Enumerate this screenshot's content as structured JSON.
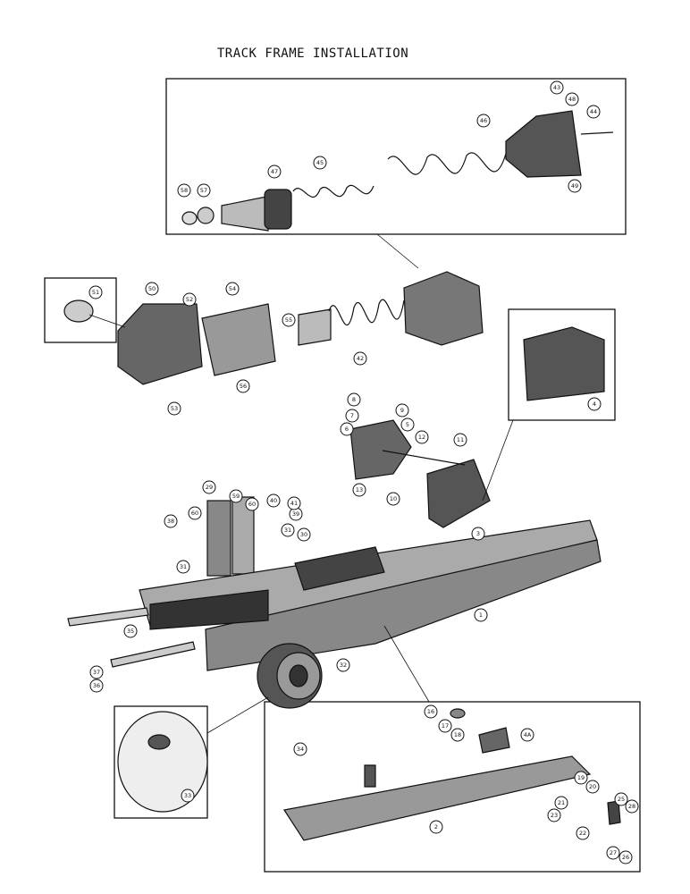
{
  "title": "TRACK FRAME INSTALLATION",
  "callouts": [
    "1",
    "2",
    "3",
    "4",
    "4A",
    "5",
    "6",
    "7",
    "8",
    "9",
    "10",
    "11",
    "12",
    "13",
    "16",
    "17",
    "18",
    "19",
    "20",
    "21",
    "22",
    "23",
    "25",
    "26",
    "27",
    "28",
    "29",
    "30",
    "31",
    "32",
    "33",
    "34",
    "35",
    "36",
    "37",
    "38",
    "39",
    "40",
    "41",
    "42",
    "43",
    "44",
    "45",
    "46",
    "47",
    "48",
    "49",
    "50",
    "51",
    "52",
    "53",
    "54",
    "55",
    "56",
    "57",
    "58",
    "59",
    "60"
  ]
}
